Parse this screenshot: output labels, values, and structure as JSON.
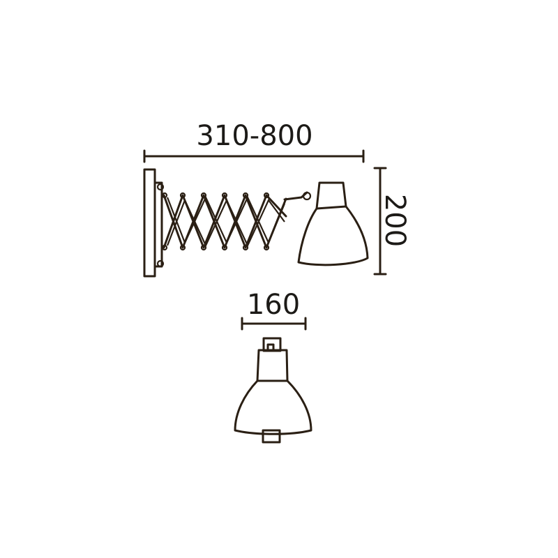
{
  "dimensions": {
    "width_range": "310-800",
    "height": "200",
    "shade_width": "160"
  },
  "colors": {
    "line": "#2a1f14",
    "text": "#1c1a17",
    "background": "#ffffff"
  }
}
